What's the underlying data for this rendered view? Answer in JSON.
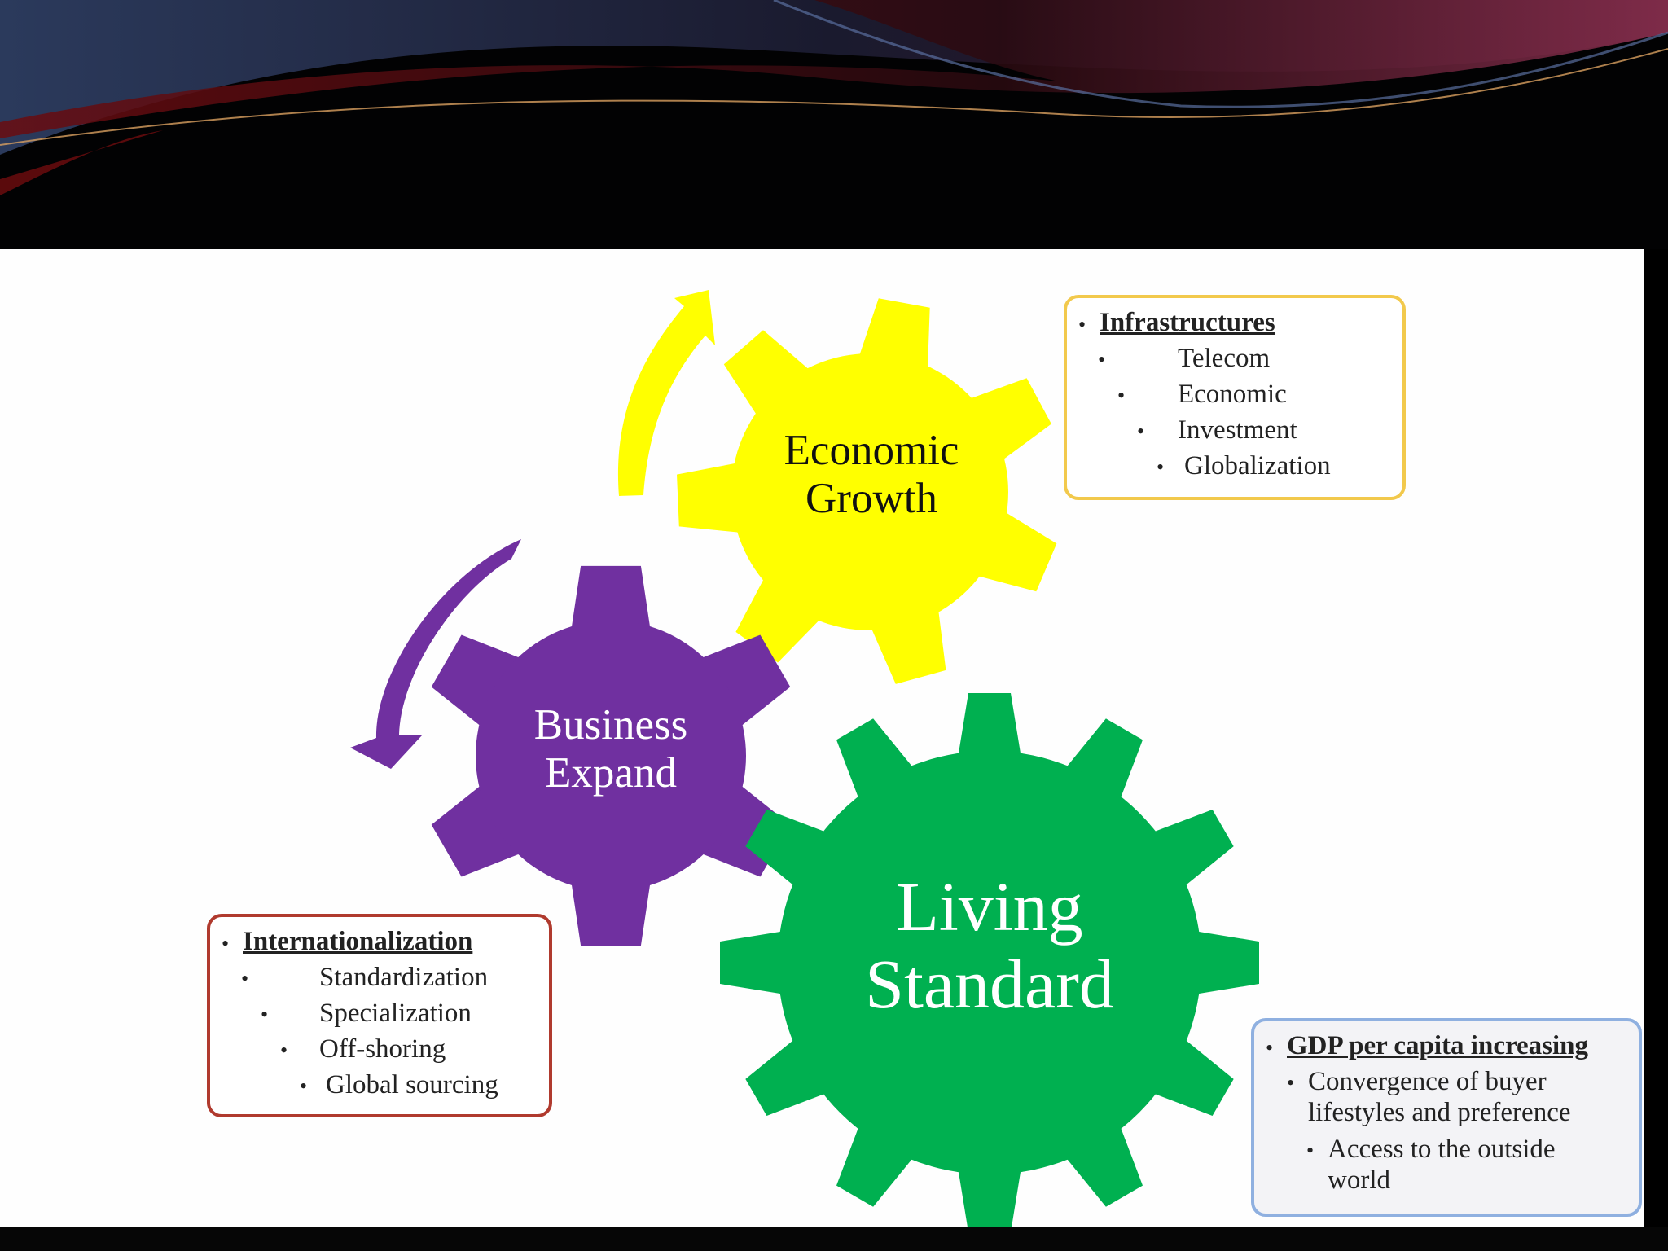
{
  "colors": {
    "economic_gear": "#ffff00",
    "business_gear": "#7030a0",
    "living_gear": "#00b050",
    "box_infrastructure": "#f2c94c",
    "box_internationalization": "#b03a2e",
    "box_gdp": "#8fb0e0"
  },
  "gears": {
    "economic": {
      "line1": "Economic",
      "line2": "Growth"
    },
    "business": {
      "line1": "Business",
      "line2": "Expand"
    },
    "living": {
      "line1": "Living",
      "line2": "Standard"
    }
  },
  "boxes": {
    "infrastructures": {
      "heading": "Infrastructures",
      "items": [
        "Telecom",
        "Economic",
        "Investment",
        "Globalization"
      ]
    },
    "internationalization": {
      "heading": "Internationalization",
      "items": [
        "Standardization",
        "Specialization",
        "Off-shoring",
        "Global sourcing"
      ]
    },
    "gdp": {
      "heading": "GDP per capita increasing",
      "item1_line1": "Convergence of buyer",
      "item1_line2": "lifestyles and preference",
      "item2_line1": "Access to the outside",
      "item2_line2": "world"
    }
  },
  "icons": [
    "cycle-arrow-icon",
    "cycle-arrow-icon",
    "bullet-icon"
  ]
}
